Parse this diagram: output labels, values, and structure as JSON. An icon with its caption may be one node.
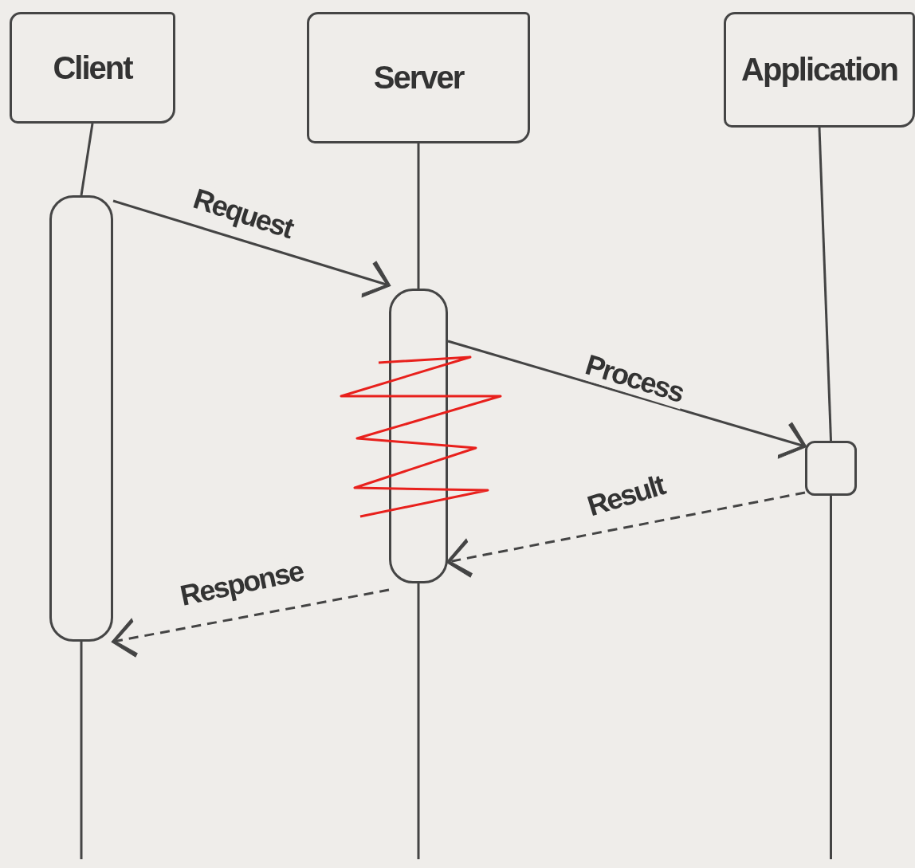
{
  "diagram": {
    "nodes": [
      {
        "text": [
          "Client"
        ]
      },
      {
        "text": [
          "Server"
        ]
      },
      {
        "text": [
          "Application"
        ]
      },
      {
        "text": [],
        "shape": "bar"
      },
      {
        "text": [],
        "shape": "bar"
      },
      {
        "text": [],
        "shape": "box"
      }
    ],
    "edges": [
      {
        "from": 0,
        "to": 3,
        "arrow": "none"
      },
      {
        "from": 1,
        "to": 4,
        "arrow": "none"
      },
      {
        "from": 2,
        "to": 5,
        "arrow": "none"
      },
      {
        "from": 3,
        "to": null,
        "arrow": "none"
      },
      {
        "from": 4,
        "to": null,
        "arrow": "none"
      },
      {
        "from": 5,
        "to": null,
        "arrow": "none"
      },
      {
        "from": 3,
        "to": 4,
        "label": "Request",
        "arrow": "to"
      },
      {
        "from": 4,
        "to": 5,
        "label": "Process",
        "arrow": "to"
      },
      {
        "from": 5,
        "to": 4,
        "label": "Result",
        "arrow": "to",
        "style": "dashed"
      },
      {
        "from": 4,
        "to": 3,
        "label": "Response",
        "arrow": "to",
        "style": "dashed"
      }
    ]
  }
}
